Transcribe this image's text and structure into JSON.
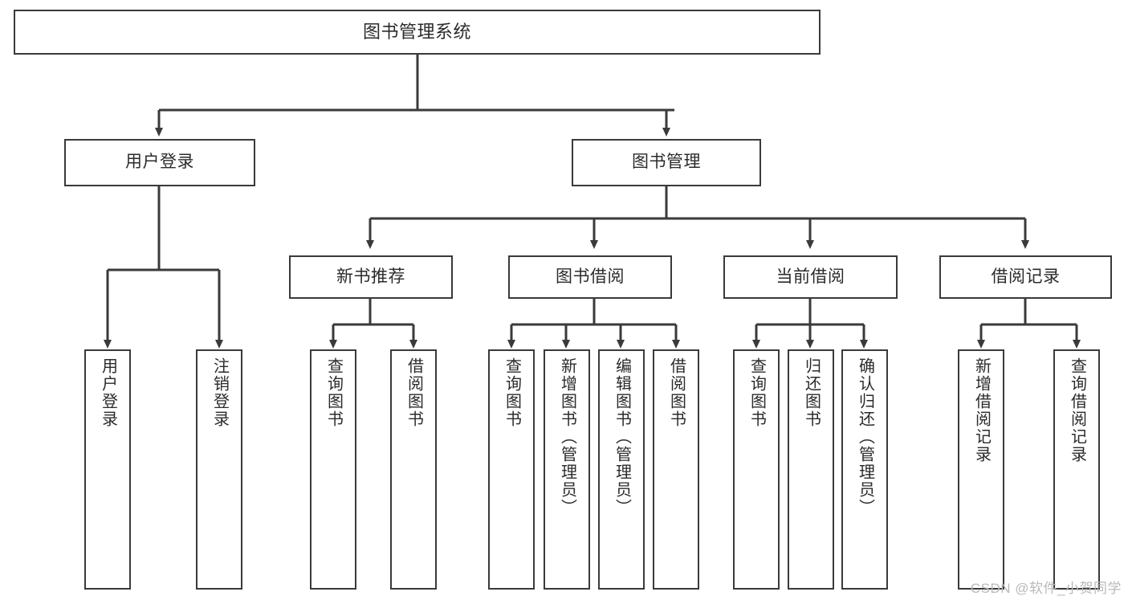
{
  "diagram": {
    "type": "hierarchy-tree",
    "title_text": "图书管理系统",
    "root": {
      "id": "root",
      "label": "图书管理系统"
    },
    "level2": [
      {
        "id": "user-login",
        "label": "用户登录"
      },
      {
        "id": "book-management",
        "label": "图书管理"
      }
    ],
    "level3": [
      {
        "id": "new-book-recommend",
        "label": "新书推荐",
        "parent": "book-management"
      },
      {
        "id": "book-borrow",
        "label": "图书借阅",
        "parent": "book-management"
      },
      {
        "id": "current-borrow",
        "label": "当前借阅",
        "parent": "book-management"
      },
      {
        "id": "borrow-record",
        "label": "借阅记录",
        "parent": "book-management"
      }
    ],
    "leaves": [
      {
        "id": "leaf-user-login",
        "label": "用户登录",
        "parent": "user-login"
      },
      {
        "id": "leaf-logout-login",
        "label": "注销登录",
        "parent": "user-login"
      },
      {
        "id": "leaf-query-book-1",
        "label": "查询图书",
        "parent": "new-book-recommend"
      },
      {
        "id": "leaf-borrow-book-1",
        "label": "借阅图书",
        "parent": "new-book-recommend"
      },
      {
        "id": "leaf-query-book-2",
        "label": "查询图书",
        "parent": "book-borrow"
      },
      {
        "id": "leaf-add-book",
        "label": "新增图书（管理员）",
        "parent": "book-borrow"
      },
      {
        "id": "leaf-edit-book",
        "label": "编辑图书（管理员）",
        "parent": "book-borrow"
      },
      {
        "id": "leaf-borrow-book-2",
        "label": "借阅图书",
        "parent": "book-borrow"
      },
      {
        "id": "leaf-query-book-3",
        "label": "查询图书",
        "parent": "current-borrow"
      },
      {
        "id": "leaf-return-book",
        "label": "归还图书",
        "parent": "current-borrow"
      },
      {
        "id": "leaf-confirm-return",
        "label": "确认归还（管理员）",
        "parent": "current-borrow"
      },
      {
        "id": "leaf-add-record",
        "label": "新增借阅记录",
        "parent": "borrow-record"
      },
      {
        "id": "leaf-query-record",
        "label": "查询借阅记录",
        "parent": "borrow-record"
      }
    ],
    "colors": {
      "stroke": "#3a3a3a",
      "fill": "#ffffff",
      "text": "#2b2b2b",
      "watermark": "#b9b9b9"
    }
  },
  "watermark": {
    "text": "CSDN @软件_小贺同学"
  }
}
